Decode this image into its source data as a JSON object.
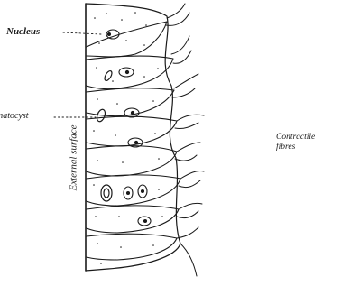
{
  "labels": {
    "nucleus": "Nucleus",
    "cnidocyst": "matocyst",
    "external_surface": "External surface",
    "contractile_fibres_line1": "Contractile",
    "contractile_fibres_line2": "fibres"
  },
  "colors": {
    "ink": "#1a1a1a",
    "background": "#ffffff"
  }
}
